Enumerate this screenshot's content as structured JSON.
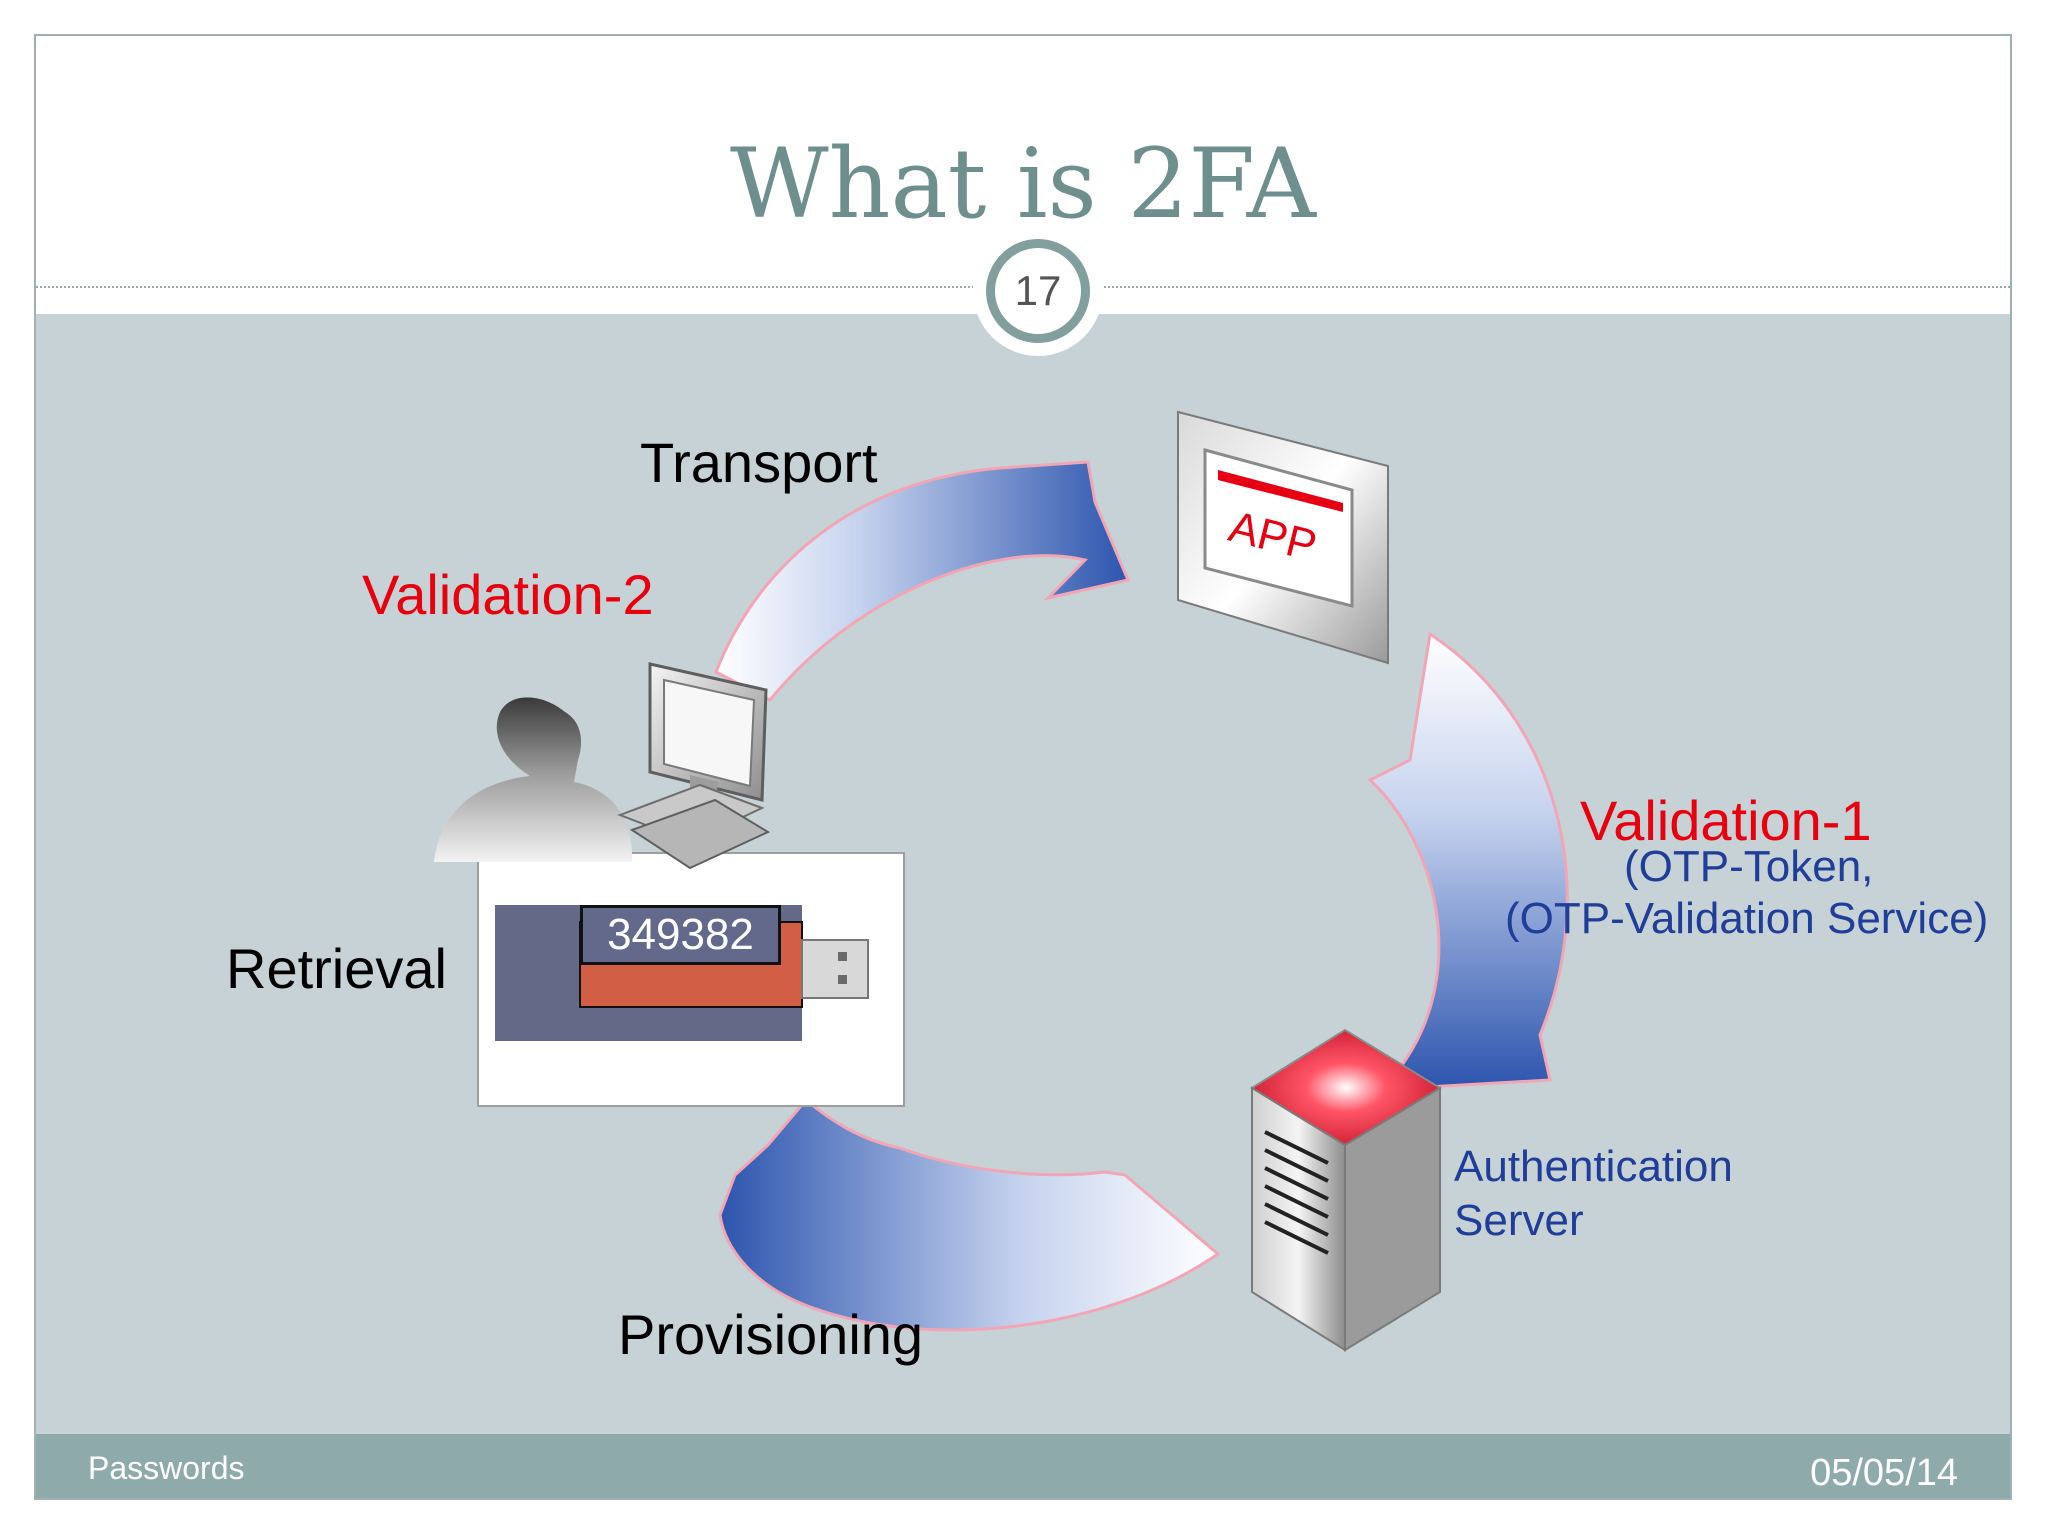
{
  "title": "What is 2FA",
  "slide_number": "17",
  "diagram": {
    "transport_label": "Transport",
    "validation2_label": "Validation-2",
    "validation1_label": "Validation-1",
    "otp_token_label": "(OTP-Token,",
    "otp_service_label": "(OTP-Validation Service)",
    "retrieval_label": "Retrieval",
    "token_code": "349382",
    "provisioning_label": "Provisioning",
    "auth_server_line1": "Authentication",
    "auth_server_line2": "Server",
    "app_label": "APP"
  },
  "footer": {
    "left": "Passwords",
    "right": "05/05/14"
  },
  "colors": {
    "title": "#6f8f8e",
    "content_background": "#c6d2d5",
    "footer_background": "#8eaaaa",
    "validation_red": "#e8000e",
    "server_label_blue": "#1f3d99"
  }
}
